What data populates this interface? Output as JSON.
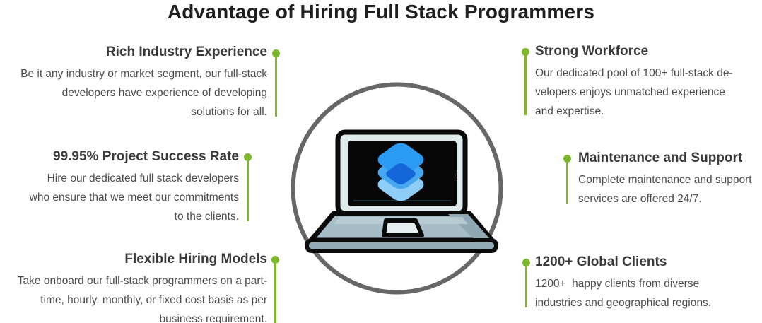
{
  "title": "Advantage of Hiring Full Stack Programmers",
  "colors": {
    "accent_green": "#7cb72c",
    "title_text": "#1f1f1f",
    "heading_text": "#3a3a3a",
    "body_text": "#4c4c4c",
    "circle_gray": "#676767",
    "logo_blue_top": "#2b9bf4",
    "logo_blue_mid": "#47a7f1",
    "logo_blue_light": "#8ecdf8",
    "logo_blue_dark": "#1566d9"
  },
  "center_illustration": {
    "icon": "laptop-with-layer-stack-logo-icon"
  },
  "features": {
    "left": [
      {
        "heading": "Rich Industry Experience",
        "body": "Be it any industry or market segment, our full-stack\ndevelopers have experience of developing\nsolutions for all."
      },
      {
        "heading": "99.95% Project Success Rate",
        "body": "Hire our dedicated full stack developers\nwho ensure that we meet our commitments\nto the clients."
      },
      {
        "heading": "Flexible Hiring Models",
        "body": "Take onboard our full-stack programmers on a part-\ntime, hourly, monthly, or fixed cost basis as per\nbusiness requirement."
      }
    ],
    "right": [
      {
        "heading": "Strong Workforce",
        "body": "Our dedicated pool of 100+ full-stack de-\nvelopers enjoys unmatched experience\nand expertise."
      },
      {
        "heading": "Maintenance and Support",
        "body": "Complete maintenance and support\nservices are offered 24/7."
      },
      {
        "heading": "1200+ Global Clients",
        "body": "1200+  happy clients from diverse\nindustries and geographical regions."
      }
    ]
  }
}
